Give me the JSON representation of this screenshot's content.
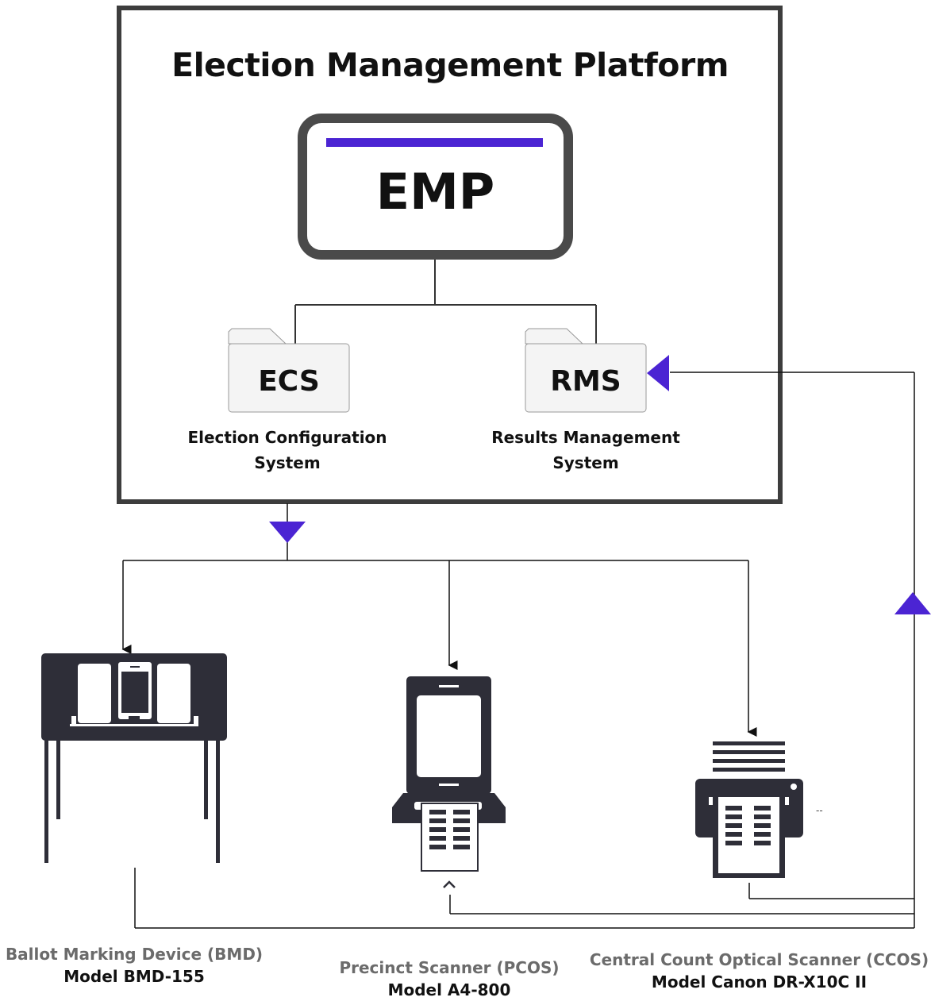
{
  "platform": {
    "title": "Election Management Platform",
    "emp_label": "EMP",
    "accent_color": "#4b24d3"
  },
  "systems": [
    {
      "code": "ECS",
      "name_line1": "Election Configuration",
      "name_line2": "System"
    },
    {
      "code": "RMS",
      "name_line1": "Results Management",
      "name_line2": "System"
    }
  ],
  "devices": [
    {
      "name": "Ballot Marking Device (BMD)",
      "model": "Model BMD-155",
      "icon": "voting-booth-icon"
    },
    {
      "name": "Precinct Scanner (PCOS)",
      "model": "Model A4-800",
      "icon": "precinct-scanner-icon"
    },
    {
      "name": "Central Count Optical Scanner (CCOS)",
      "model": "Model Canon DR-X10C II",
      "icon": "central-scanner-icon"
    }
  ],
  "stray_mark": "--"
}
